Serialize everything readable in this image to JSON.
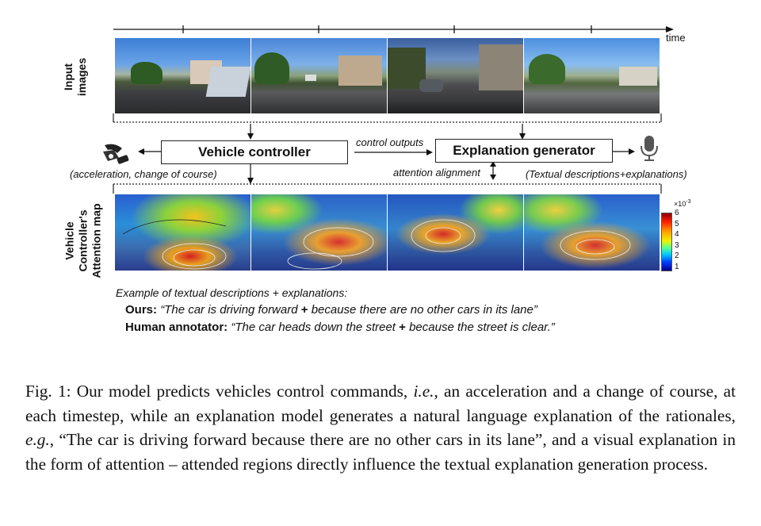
{
  "figure": {
    "time_label": "time",
    "row_labels": {
      "input": "Input\nimages",
      "attention": "Vehicle\nController's\nAttention map"
    },
    "vehicle_controller": "Vehicle controller",
    "explanation_generator": "Explanation generator",
    "control_outputs": "control outputs",
    "attention_alignment": "attention alignment",
    "controller_outputs_note": "(acceleration, change of course)",
    "textual_note": "(Textual descriptions+explanations)",
    "icons": [
      "steering-wheel-icon",
      "microphone-icon"
    ],
    "colorbar": {
      "exponent": "×10",
      "exponent_power": "-3",
      "ticks": [
        "6",
        "5",
        "4",
        "3",
        "2",
        "1"
      ]
    },
    "example": {
      "heading": "Example of textual descriptions + explanations:",
      "ours_label": "Ours:",
      "ours_desc": "“The car is driving forward",
      "ours_plus": "+",
      "ours_expl": "because there are no other cars in its lane”",
      "human_label": "Human annotator:",
      "human_desc": "“The car heads down the street",
      "human_plus": "+",
      "human_expl": "because the street is clear.”"
    }
  },
  "caption": {
    "prefix": "Fig. 1: Our model predicts vehicles control commands,",
    "ie": "i.e.",
    "part2": ", an acceleration and a change of course, at each timestep, while an explanation model generates a natural language explanation of the rationales,",
    "eg": "e.g.",
    "part3": ", “The car is driving forward because there are no other cars in its lane”, and a visual explanation in the form of attention – attended regions directly influence the textual explanation generation process."
  }
}
